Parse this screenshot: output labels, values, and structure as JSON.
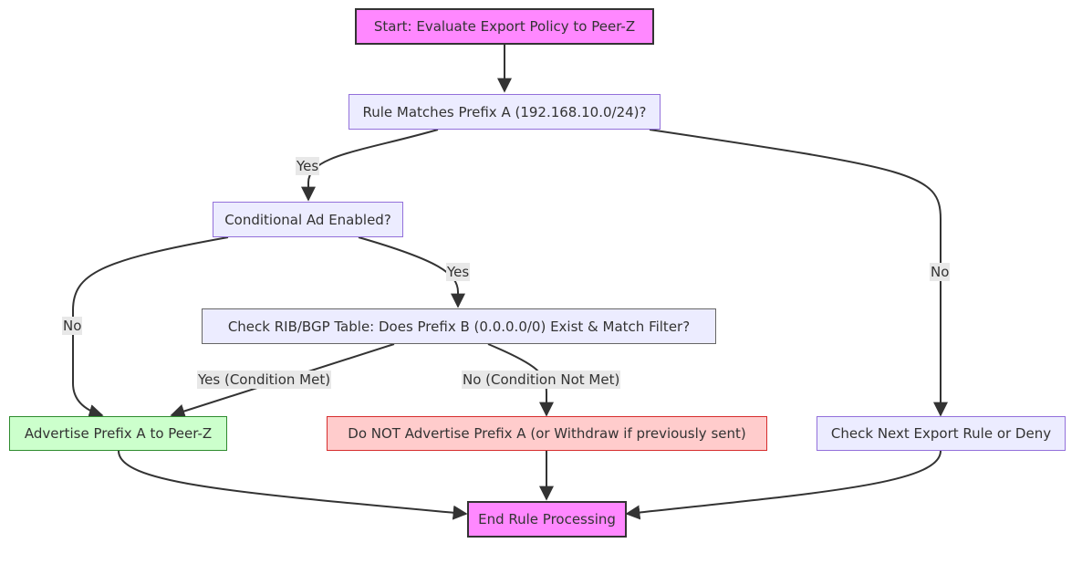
{
  "diagram": {
    "nodes": {
      "start": "Start: Evaluate Export Policy to Peer-Z",
      "rule_match": "Rule Matches Prefix A (192.168.10.0/24)?",
      "cond_ad": "Conditional Ad Enabled?",
      "check_rib": "Check RIB/BGP Table: Does Prefix B (0.0.0.0/0) Exist & Match Filter?",
      "advertise": "Advertise Prefix A to Peer-Z",
      "do_not_advertise": "Do NOT Advertise Prefix A (or Withdraw if previously sent)",
      "next_rule": "Check Next Export Rule or Deny",
      "end": "End Rule Processing"
    },
    "edge_labels": {
      "rule_yes": "Yes",
      "rule_no": "No",
      "cond_no": "No",
      "cond_yes": "Yes",
      "check_yes": "Yes (Condition Met)",
      "check_no": "No (Condition Not Met)"
    },
    "colors": {
      "start_end_fill": "#ff88ff",
      "decision_fill": "#ececff",
      "advertise_fill": "#ccffcc",
      "deny_fill": "#ffcccc",
      "edge": "#333333"
    }
  }
}
